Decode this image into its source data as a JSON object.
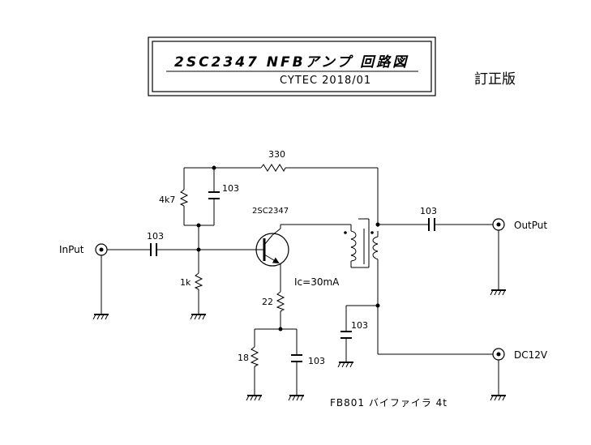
{
  "title_block": {
    "title": "2SC2347 NFBアンプ 回路図",
    "author_date": "CYTEC 2018/01"
  },
  "revision_label": "訂正版",
  "components": {
    "r_feedback": "330",
    "r_bias_top": "4k7",
    "c_bias": "103",
    "c_input": "103",
    "r_bias_bottom": "1k",
    "transistor": "2SC2347",
    "bias_current": "Ic=30mA",
    "r_emitter": "22",
    "r_emitter_ac": "18",
    "c_emitter": "103",
    "c_output": "103",
    "c_supply": "103",
    "transformer_note": "FB801 バイファイラ 4t"
  },
  "ports": {
    "input": "InPut",
    "output": "OutPut",
    "supply": "DC12V"
  }
}
